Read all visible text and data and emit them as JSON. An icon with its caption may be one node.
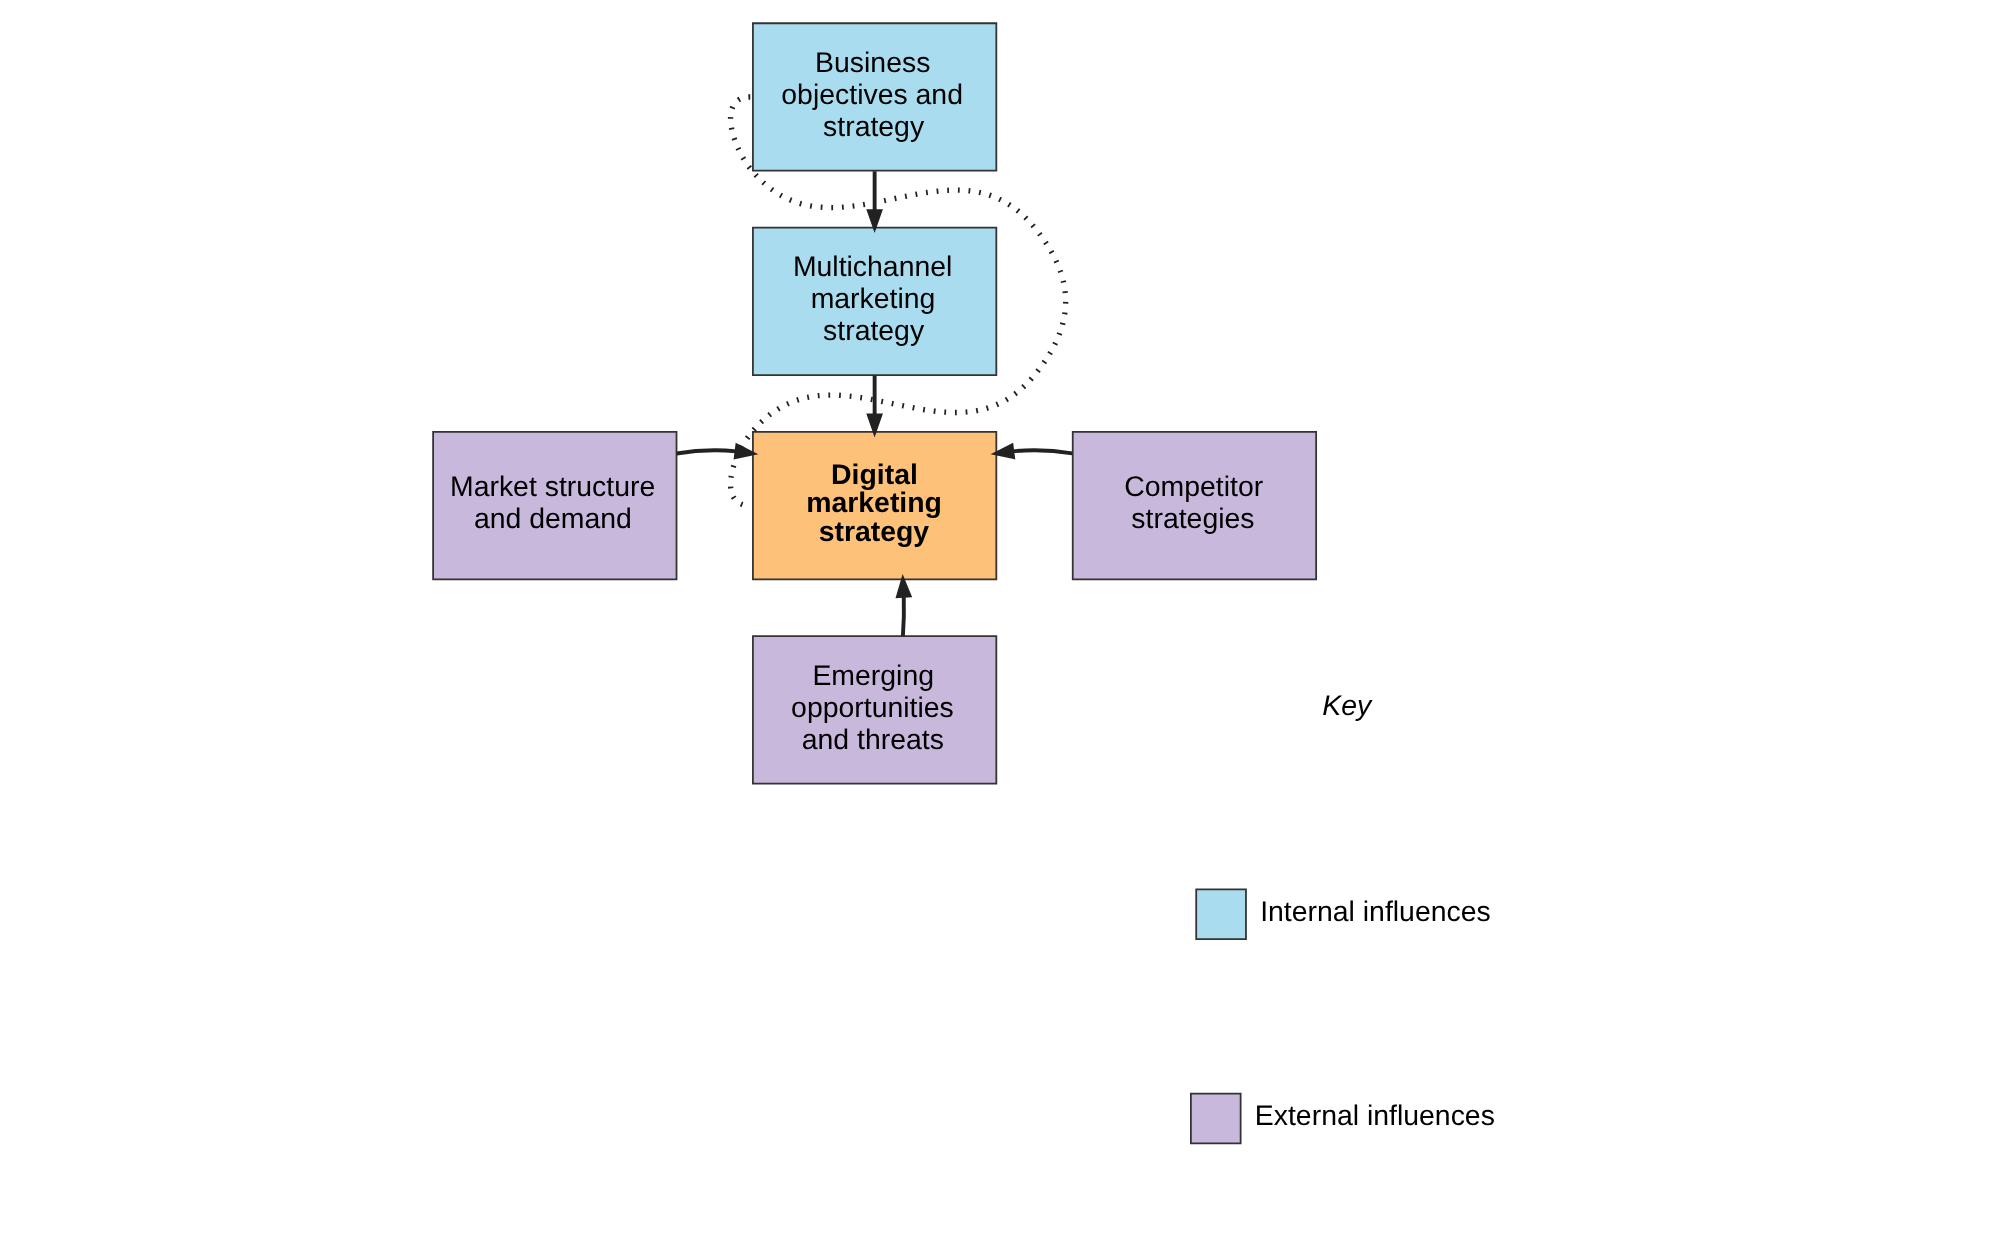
{
  "diagram": {
    "nodes": [
      {
        "text": [
          "Business objectives and strategy"
        ]
      },
      {
        "text": [
          "Multichannel marketing strategy"
        ]
      },
      {
        "text": [
          "Market structure and demand"
        ]
      },
      {
        "text": [
          "Digital marketing strategy"
        ]
      },
      {
        "text": [
          "Competitor strategies"
        ]
      },
      {
        "text": [
          "Emerging opportunities and threats"
        ]
      }
    ],
    "edges": [
      {
        "from": 0,
        "to": 1,
        "arrow": "to"
      },
      {
        "from": 1,
        "to": 3,
        "arrow": "to"
      },
      {
        "from": 2,
        "to": 3,
        "arrow": "to"
      },
      {
        "from": 4,
        "to": 3,
        "arrow": "to"
      },
      {
        "from": 5,
        "to": 3,
        "arrow": "to"
      },
      {
        "from": 0,
        "to": 3,
        "arrow": "none",
        "style": "dashed"
      }
    ],
    "labels": [
      "Key"
    ],
    "legend": [
      {
        "text": "Internal influences",
        "color": "#a9dcee"
      },
      {
        "text": "External influences",
        "color": "#c8b9dc"
      }
    ]
  }
}
